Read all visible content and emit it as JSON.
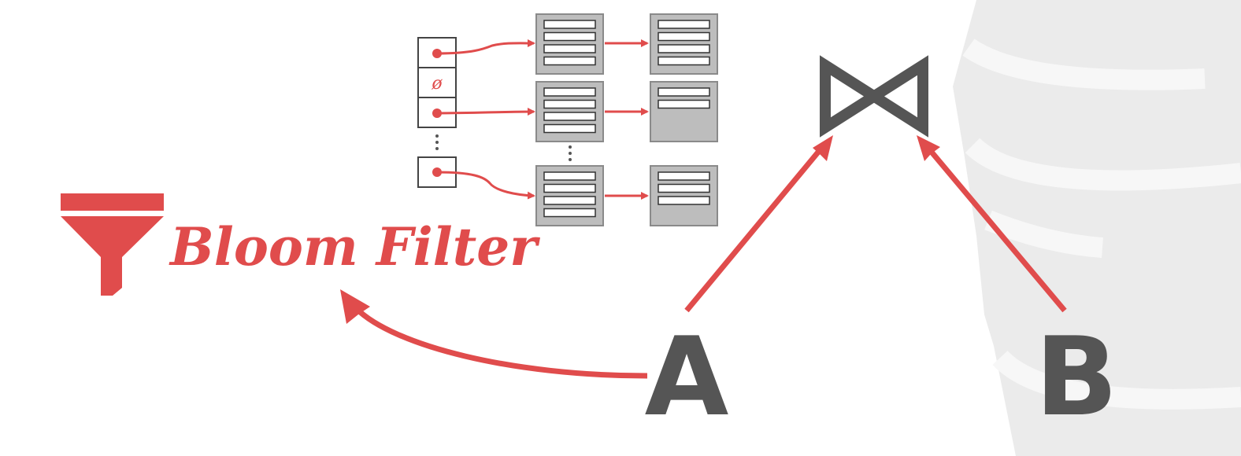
{
  "colors": {
    "accent": "#e04c4c",
    "dark": "#555555",
    "bucket_fill": "#bdbdbd",
    "bucket_border": "#8a8a8a",
    "background_shape": "#ebebeb"
  },
  "bloom_filter": {
    "label": "Bloom Filter",
    "icon": "funnel-icon"
  },
  "hash_table": {
    "null_symbol": "ø",
    "chain_bucket_entries": [
      [
        4,
        4
      ],
      [
        4,
        2
      ],
      [
        4,
        3
      ]
    ]
  },
  "join": {
    "symbol": "⋈",
    "icon": "bowtie-join-icon"
  },
  "relations": {
    "left": "A",
    "right": "B"
  }
}
